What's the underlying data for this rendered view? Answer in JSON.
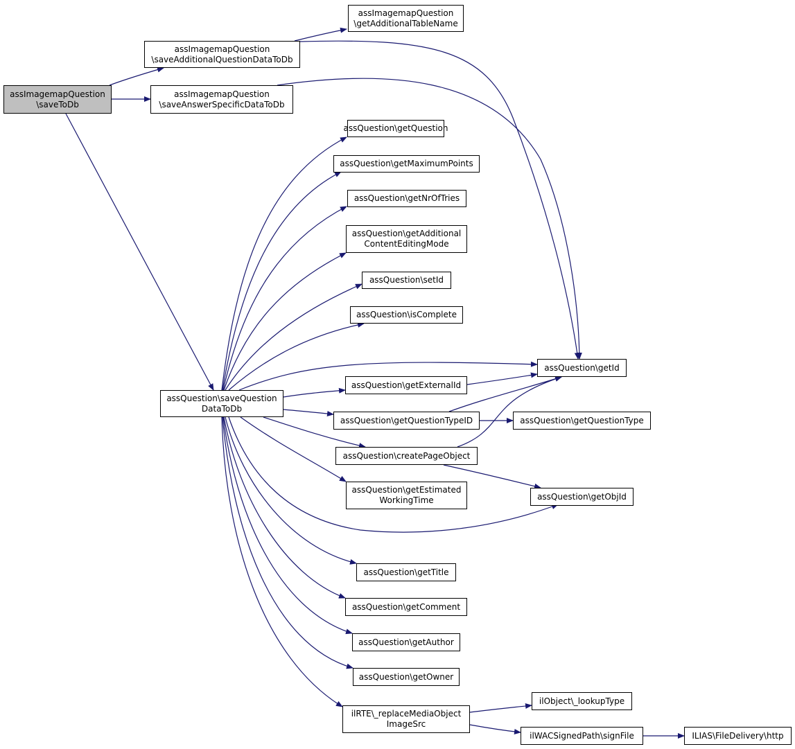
{
  "diagram": {
    "type": "call-graph",
    "edge_color": "#191970",
    "root_fill": "#bfbfbf",
    "nodes": [
      {
        "id": "n_root",
        "lines": [
          "assImagemapQuestion",
          "\\saveToDb"
        ],
        "root": true
      },
      {
        "id": "n_saveAdd",
        "lines": [
          "assImagemapQuestion",
          "\\saveAdditionalQuestionDataToDb"
        ]
      },
      {
        "id": "n_saveAns",
        "lines": [
          "assImagemapQuestion",
          "\\saveAnswerSpecificDataToDb"
        ]
      },
      {
        "id": "n_getAddTable",
        "lines": [
          "assImagemapQuestion",
          "\\getAdditionalTableName"
        ]
      },
      {
        "id": "n_saveQData",
        "lines": [
          "assQuestion\\saveQuestion",
          "DataToDb"
        ]
      },
      {
        "id": "n_getQuestion",
        "lines": [
          "assQuestion\\getQuestion"
        ]
      },
      {
        "id": "n_getMaxPts",
        "lines": [
          "assQuestion\\getMaximumPoints"
        ]
      },
      {
        "id": "n_getNrTries",
        "lines": [
          "assQuestion\\getNrOfTries"
        ]
      },
      {
        "id": "n_getAddCEM",
        "lines": [
          "assQuestion\\getAdditional",
          "ContentEditingMode"
        ]
      },
      {
        "id": "n_setId",
        "lines": [
          "assQuestion\\setId"
        ]
      },
      {
        "id": "n_isComplete",
        "lines": [
          "assQuestion\\isComplete"
        ]
      },
      {
        "id": "n_getId",
        "lines": [
          "assQuestion\\getId"
        ]
      },
      {
        "id": "n_getExtId",
        "lines": [
          "assQuestion\\getExternalId"
        ]
      },
      {
        "id": "n_getQTypeID",
        "lines": [
          "assQuestion\\getQuestionTypeID"
        ]
      },
      {
        "id": "n_getQType",
        "lines": [
          "assQuestion\\getQuestionType"
        ]
      },
      {
        "id": "n_createPO",
        "lines": [
          "assQuestion\\createPageObject"
        ]
      },
      {
        "id": "n_getEstWT",
        "lines": [
          "assQuestion\\getEstimated",
          "WorkingTime"
        ]
      },
      {
        "id": "n_getObjId",
        "lines": [
          "assQuestion\\getObjId"
        ]
      },
      {
        "id": "n_getTitle",
        "lines": [
          "assQuestion\\getTitle"
        ]
      },
      {
        "id": "n_getComment",
        "lines": [
          "assQuestion\\getComment"
        ]
      },
      {
        "id": "n_getAuthor",
        "lines": [
          "assQuestion\\getAuthor"
        ]
      },
      {
        "id": "n_getOwner",
        "lines": [
          "assQuestion\\getOwner"
        ]
      },
      {
        "id": "n_replaceMO",
        "lines": [
          "ilRTE\\_replaceMediaObject",
          "ImageSrc"
        ]
      },
      {
        "id": "n_lookupType",
        "lines": [
          "ilObject\\_lookupType"
        ]
      },
      {
        "id": "n_signFile",
        "lines": [
          "ilWACSignedPath\\signFile"
        ]
      },
      {
        "id": "n_http",
        "lines": [
          "ILIAS\\FileDelivery\\http"
        ]
      }
    ],
    "edges": [
      [
        "n_root",
        "n_saveAdd"
      ],
      [
        "n_root",
        "n_saveAns"
      ],
      [
        "n_root",
        "n_saveQData"
      ],
      [
        "n_saveAdd",
        "n_getAddTable"
      ],
      [
        "n_saveAdd",
        "n_getId"
      ],
      [
        "n_saveAns",
        "n_getId"
      ],
      [
        "n_saveQData",
        "n_getQuestion"
      ],
      [
        "n_saveQData",
        "n_getMaxPts"
      ],
      [
        "n_saveQData",
        "n_getNrTries"
      ],
      [
        "n_saveQData",
        "n_getAddCEM"
      ],
      [
        "n_saveQData",
        "n_setId"
      ],
      [
        "n_saveQData",
        "n_isComplete"
      ],
      [
        "n_saveQData",
        "n_getId"
      ],
      [
        "n_saveQData",
        "n_getExtId"
      ],
      [
        "n_saveQData",
        "n_getQTypeID"
      ],
      [
        "n_saveQData",
        "n_createPO"
      ],
      [
        "n_saveQData",
        "n_getEstWT"
      ],
      [
        "n_saveQData",
        "n_getObjId"
      ],
      [
        "n_saveQData",
        "n_getTitle"
      ],
      [
        "n_saveQData",
        "n_getComment"
      ],
      [
        "n_saveQData",
        "n_getAuthor"
      ],
      [
        "n_saveQData",
        "n_getOwner"
      ],
      [
        "n_saveQData",
        "n_replaceMO"
      ],
      [
        "n_getExtId",
        "n_getId"
      ],
      [
        "n_getQTypeID",
        "n_getId"
      ],
      [
        "n_getQTypeID",
        "n_getQType"
      ],
      [
        "n_createPO",
        "n_getId"
      ],
      [
        "n_createPO",
        "n_getObjId"
      ],
      [
        "n_replaceMO",
        "n_lookupType"
      ],
      [
        "n_replaceMO",
        "n_signFile"
      ],
      [
        "n_signFile",
        "n_http"
      ]
    ]
  }
}
